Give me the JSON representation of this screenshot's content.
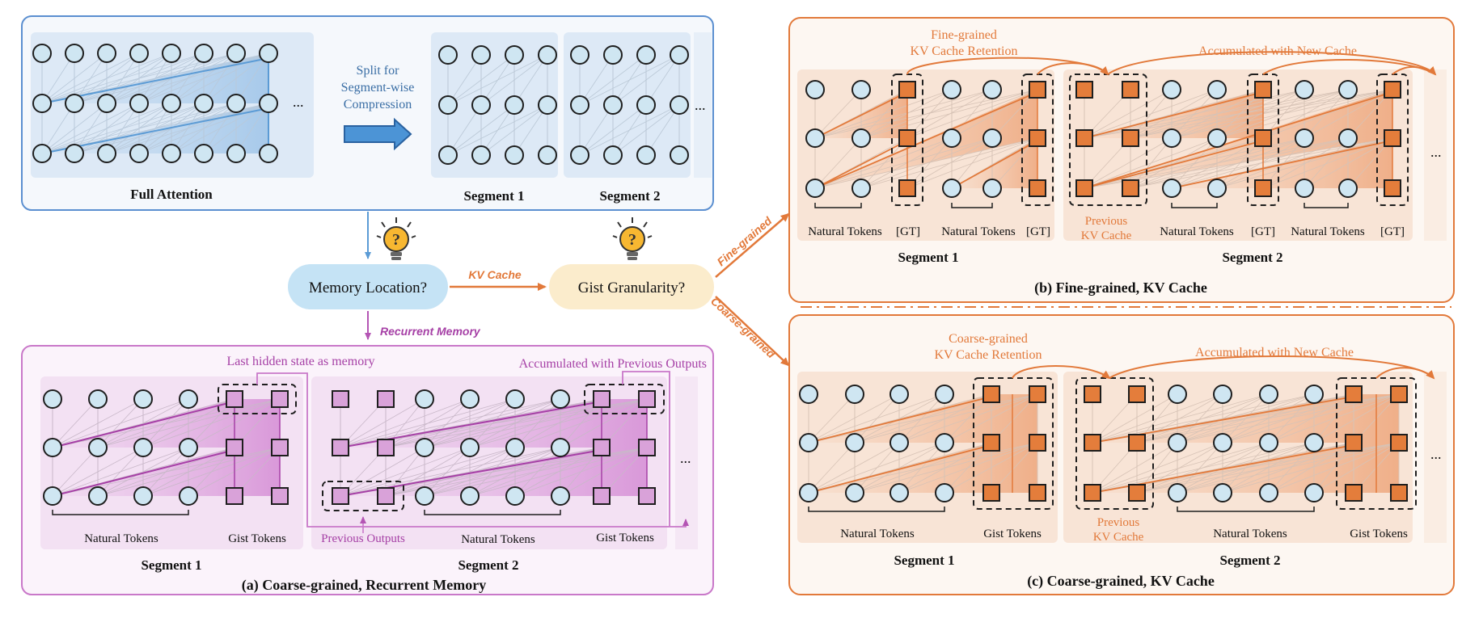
{
  "top": {
    "full_attention": "Full Attention",
    "split_line1": "Split for",
    "split_line2": "Segment-wise",
    "split_line3": "Compression",
    "segment1": "Segment 1",
    "segment2": "Segment 2",
    "ellipsis": "..."
  },
  "flow": {
    "memory_location": "Memory Location?",
    "gist_granularity": "Gist Granularity?",
    "kv_cache": "KV Cache",
    "recurrent_memory": "Recurrent Memory",
    "fine_grained": "Fine-grained",
    "coarse_grained": "Coarse-grained"
  },
  "panel_a": {
    "title": "(a) Coarse-grained, Recurrent Memory",
    "last_hidden": "Last hidden state as memory",
    "accumulated": "Accumulated with Previous Outputs",
    "natural_tokens": "Natural Tokens",
    "gist_tokens": "Gist Tokens",
    "previous_outputs": "Previous Outputs",
    "segment1": "Segment 1",
    "segment2": "Segment 2",
    "ellipsis": "..."
  },
  "panel_b": {
    "title": "(b) Fine-grained, KV Cache",
    "retention_line1": "Fine-grained",
    "retention_line2": "KV Cache Retention",
    "accumulated": "Accumulated with New Cache",
    "natural_tokens": "Natural Tokens",
    "gt": "[GT]",
    "previous_line1": "Previous",
    "previous_line2": "KV Cache",
    "segment1": "Segment 1",
    "segment2": "Segment 2",
    "ellipsis": "..."
  },
  "panel_c": {
    "title": "(c) Coarse-grained, KV Cache",
    "retention_line1": "Coarse-grained",
    "retention_line2": "KV Cache Retention",
    "accumulated": "Accumulated with New Cache",
    "natural_tokens": "Natural Tokens",
    "gist_tokens": "Gist Tokens",
    "previous_line1": "Previous",
    "previous_line2": "KV Cache",
    "segment1": "Segment 1",
    "segment2": "Segment 2",
    "ellipsis": "..."
  },
  "colors": {
    "blue_border": "#5b8fd0",
    "pink_border": "#c978c9",
    "orange": "#e2793a",
    "token_fill": "#cfe6f2",
    "gist_purple": "#d9a2d9",
    "gist_orange": "#e47d3b",
    "memory_bubble": "#c5e3f5",
    "granularity_bubble": "#fbeccc"
  }
}
